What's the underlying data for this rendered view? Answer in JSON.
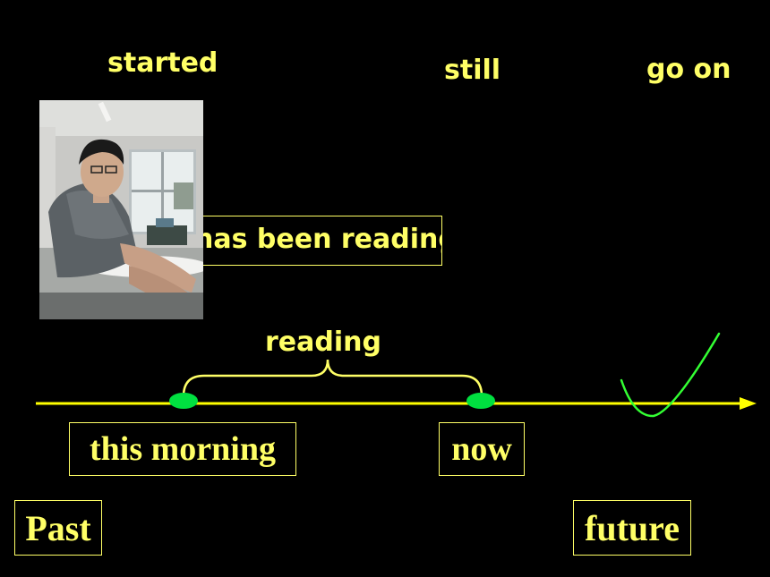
{
  "labels": {
    "started": "started",
    "still": "still",
    "go_on": "go on",
    "been_reading": "has been reading",
    "reading": "reading",
    "this_morning": "this morning",
    "now": "now",
    "past": "Past",
    "future": "future"
  },
  "colors": {
    "background": "#000000",
    "text": "#FFFF66",
    "timeline": "#FFFF00",
    "marker": "#00E040",
    "check": "#33FF33"
  },
  "icons": {
    "check": "checkmark-icon",
    "arrow": "arrow-right-icon"
  }
}
